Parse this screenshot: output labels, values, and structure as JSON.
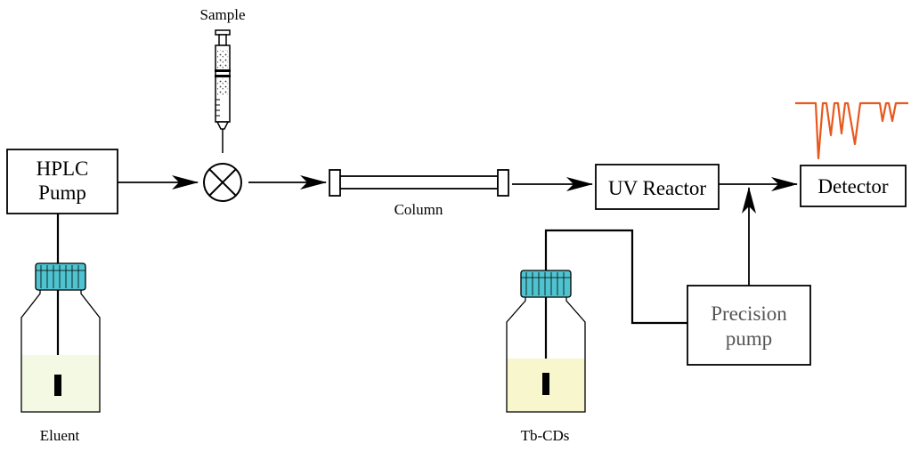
{
  "labels": {
    "sample": "Sample",
    "hplc_pump_line1": "HPLC",
    "hplc_pump_line2": "Pump",
    "column": "Column",
    "uv_reactor": "UV Reactor",
    "detector": "Detector",
    "precision_pump_line1": "Precision",
    "precision_pump_line2": "pump",
    "eluent": "Eluent",
    "tb_cds": "Tb-CDs"
  },
  "icons": {
    "syringe": "syringe-icon",
    "injection_valve": "injection-valve-icon",
    "eluent_bottle": "bottle-icon",
    "tbcds_bottle": "bottle-icon",
    "chromatogram": "chromatogram-icon"
  },
  "colors": {
    "chromatogram": "#E8581C",
    "bottle_cap": "#4FC3CF",
    "eluent_liquid": "#F3F9E2",
    "tbcds_liquid": "#F8F6CC",
    "precision_pump_text": "#555555"
  }
}
